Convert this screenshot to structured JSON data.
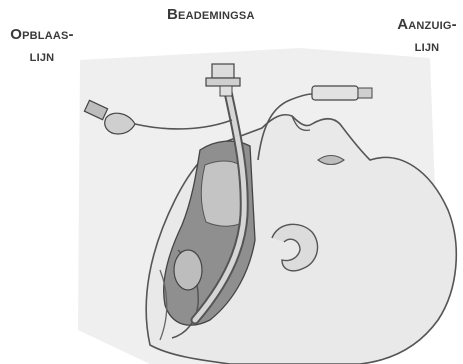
{
  "labels": {
    "beademingsa": "Beademingsa",
    "opblaaslijn_line1": "Opblaas-",
    "opblaaslijn_line2": "lijn",
    "aanzuiglijn_line1": "Aanzuig-",
    "aanzuiglijn_line2": "lijn"
  },
  "colors": {
    "background": "#ffffff",
    "label_text": "#3a3a3a",
    "skin": "#e9e9e9",
    "outline": "#555555",
    "shadow": "#9a9a9a",
    "tube": "#d6d6d6"
  }
}
